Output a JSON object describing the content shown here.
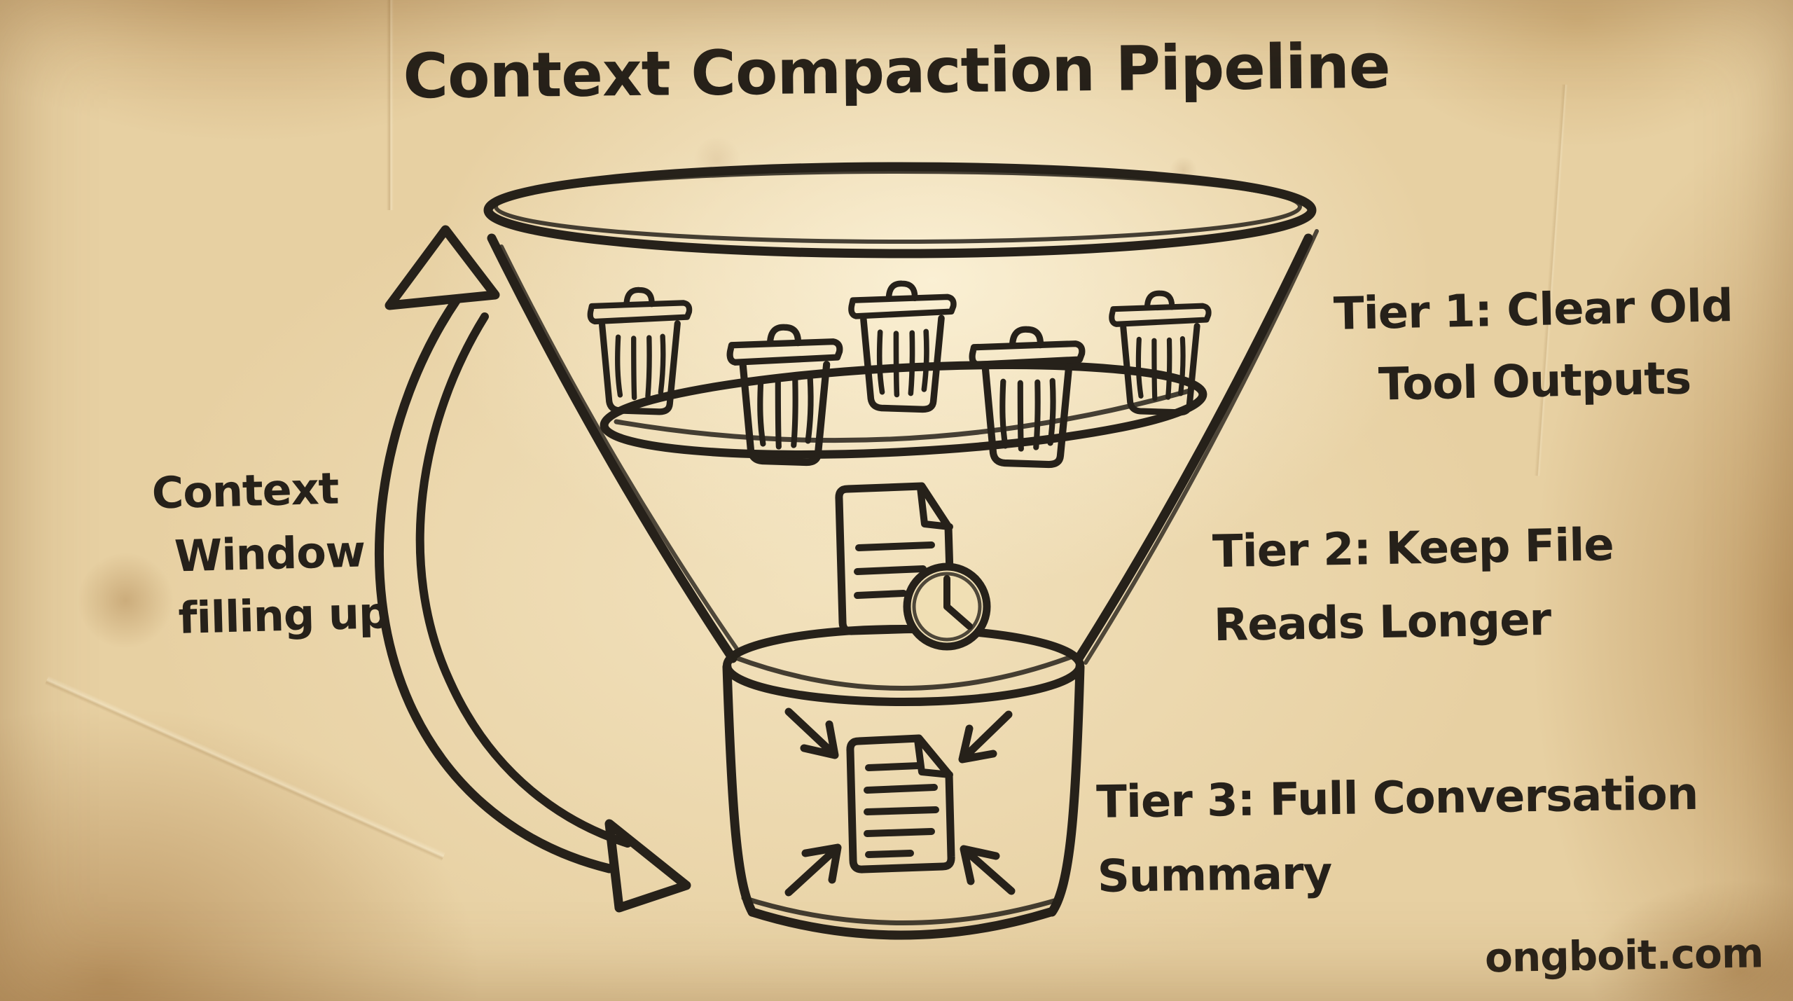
{
  "title": "Context Compaction Pipeline",
  "watermark": "ongboit.com",
  "side_label": {
    "line1": "Context",
    "line2": "Window",
    "line3": "filling up",
    "meaning": "cycle arrow label"
  },
  "funnel": {
    "type": "three-stage funnel into summary bucket",
    "stages": [
      "tool-output-trash",
      "file-read-documents",
      "conversation-summary"
    ]
  },
  "tiers": [
    {
      "id": "tier-1",
      "label_line1": "Tier 1: Clear Old",
      "label_line2": "Tool Outputs",
      "icon": "trash-can-icons",
      "icon_count": 5
    },
    {
      "id": "tier-2",
      "label_line1": "Tier 2: Keep File",
      "label_line2": "Reads Longer",
      "icon": "document-clock-icon"
    },
    {
      "id": "tier-3",
      "label_line1": "Tier 3: Full Conversation",
      "label_line2": "Summary",
      "icon": "document-compress-icon",
      "compress_arrow_count": 4
    }
  ],
  "colors": {
    "ink": "#26211a",
    "paper_base": "#e7d0a2",
    "paper_light": "#f8eecf",
    "paper_edge": "#c89a5e"
  }
}
